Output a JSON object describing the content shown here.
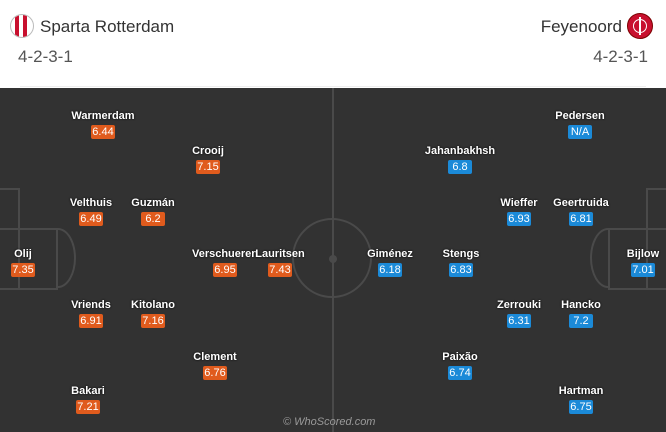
{
  "home": {
    "name": "Sparta Rotterdam",
    "formation": "4-2-3-1",
    "crest_icon": "sparta-crest-icon",
    "color": "#e05b1d",
    "players": [
      {
        "name": "Warmerdam",
        "rating": "6.44"
      },
      {
        "name": "Crooij",
        "rating": "7.15"
      },
      {
        "name": "Velthuis",
        "rating": "6.49"
      },
      {
        "name": "Guzmán",
        "rating": "6.2"
      },
      {
        "name": "Olij",
        "rating": "7.35"
      },
      {
        "name": "Verschueren",
        "rating": "6.95"
      },
      {
        "name": "Lauritsen",
        "rating": "7.43"
      },
      {
        "name": "Vriends",
        "rating": "6.91"
      },
      {
        "name": "Kitolano",
        "rating": "7.16"
      },
      {
        "name": "Clement",
        "rating": "6.76"
      },
      {
        "name": "Bakari",
        "rating": "7.21"
      }
    ]
  },
  "away": {
    "name": "Feyenoord",
    "formation": "4-2-3-1",
    "crest_icon": "feyenoord-crest-icon",
    "color": "#1b8ad8",
    "players": [
      {
        "name": "Pedersen",
        "rating": "N/A"
      },
      {
        "name": "Jahanbakhsh",
        "rating": "6.8"
      },
      {
        "name": "Wieffer",
        "rating": "6.93"
      },
      {
        "name": "Geertruida",
        "rating": "6.81"
      },
      {
        "name": "Giménez",
        "rating": "6.18"
      },
      {
        "name": "Stengs",
        "rating": "6.83"
      },
      {
        "name": "Bijlow",
        "rating": "7.01"
      },
      {
        "name": "Zerrouki",
        "rating": "6.31"
      },
      {
        "name": "Hancko",
        "rating": "7.2"
      },
      {
        "name": "Paixão",
        "rating": "6.74"
      },
      {
        "name": "Hartman",
        "rating": "6.75"
      }
    ]
  },
  "watermark": "© WhoScored.com",
  "pitch_color": "#323232"
}
